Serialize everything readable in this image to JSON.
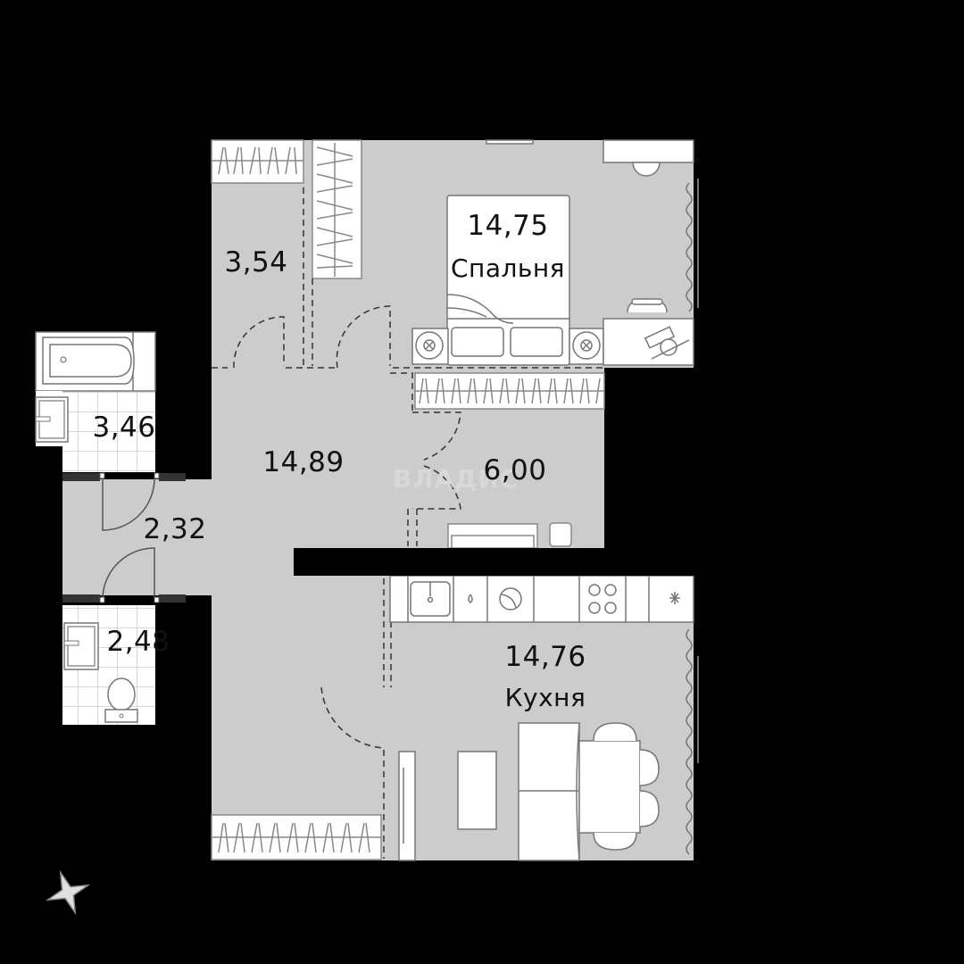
{
  "plan": {
    "colors": {
      "background": "#000000",
      "floor": "#cccccc",
      "furniture": "#ffffff",
      "lines": "#6b6b6b",
      "text": "#111111",
      "watermark": "#e2e2e2"
    },
    "rooms": [
      {
        "id": "bedroom",
        "area": "14,75",
        "name": "Спальня"
      },
      {
        "id": "wardrobe",
        "area": "3,54",
        "name": ""
      },
      {
        "id": "bathroom",
        "area": "3,46",
        "name": ""
      },
      {
        "id": "hall",
        "area": "14,89",
        "name": ""
      },
      {
        "id": "storage",
        "area": "6,00",
        "name": ""
      },
      {
        "id": "corridor",
        "area": "2,32",
        "name": ""
      },
      {
        "id": "toilet",
        "area": "2,48",
        "name": ""
      },
      {
        "id": "kitchen",
        "area": "14,76",
        "name": "Кухня"
      }
    ],
    "watermark": "ВЛАДИС",
    "compass_icon": "compass-star-icon"
  }
}
